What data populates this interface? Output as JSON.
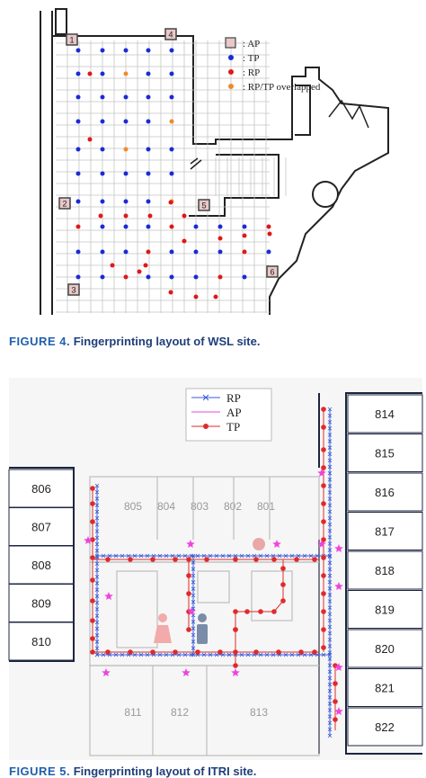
{
  "figure4": {
    "caption_label": "FIGURE 4.",
    "caption_text": "Fingerprinting layout of WSL site.",
    "legend": [
      {
        "symbol": "square",
        "color": "#e8c8c8",
        "text": ": AP"
      },
      {
        "symbol": "dot",
        "color": "#1a2ad8",
        "text": ": TP"
      },
      {
        "symbol": "dot",
        "color": "#e01818",
        "text": ": RP"
      },
      {
        "symbol": "dot",
        "color": "#f08a28",
        "text": ": RP/TP overlapped"
      }
    ],
    "ap_labels": [
      "1",
      "2",
      "3",
      "4",
      "5",
      "6"
    ]
  },
  "figure5": {
    "caption_label": "FIGURE 5.",
    "caption_text": "Fingerprinting layout of ITRI site.",
    "legend": [
      {
        "symbol": "cross-line",
        "color": "#3a5ad8",
        "text": "RP"
      },
      {
        "symbol": "star",
        "color": "#ee44dd",
        "text": "AP"
      },
      {
        "symbol": "dot-line",
        "color": "#e02a2a",
        "text": "TP"
      }
    ],
    "rooms_left": [
      "806",
      "807",
      "808",
      "809",
      "810"
    ],
    "rooms_right": [
      "814",
      "815",
      "816",
      "817",
      "818",
      "819",
      "820",
      "821",
      "822"
    ],
    "rooms_top": [
      "805",
      "804",
      "803",
      "802",
      "801"
    ],
    "rooms_bottom": [
      "811",
      "812",
      "813"
    ]
  }
}
